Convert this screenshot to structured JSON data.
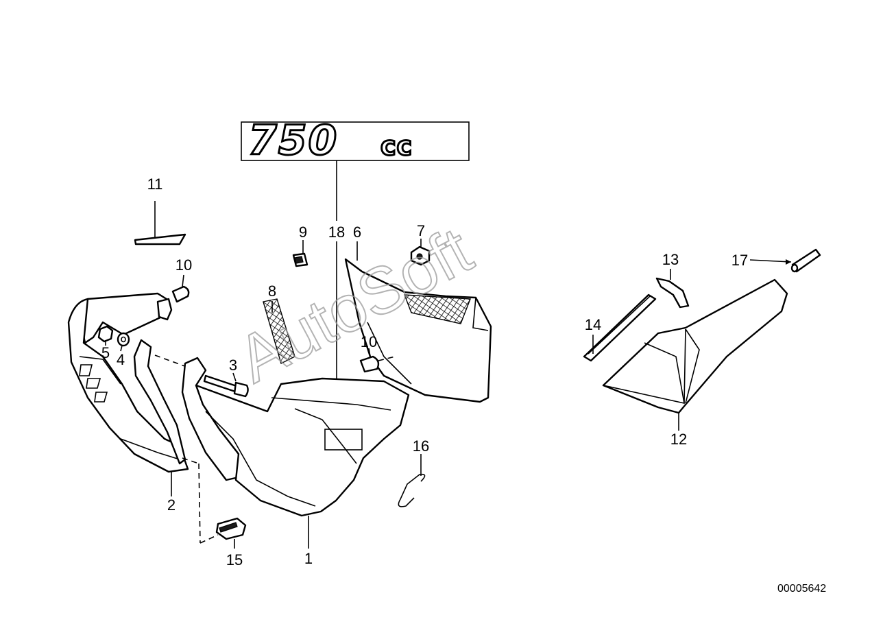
{
  "diagram": {
    "reference_number": "00005642",
    "watermark": "AutoSoft",
    "emblem_text": {
      "numeral": "750",
      "unit": "cc"
    },
    "callouts": [
      {
        "id": "1",
        "label": "1"
      },
      {
        "id": "2",
        "label": "2"
      },
      {
        "id": "3",
        "label": "3"
      },
      {
        "id": "4",
        "label": "4"
      },
      {
        "id": "5",
        "label": "5"
      },
      {
        "id": "6",
        "label": "6"
      },
      {
        "id": "7",
        "label": "7"
      },
      {
        "id": "8",
        "label": "8"
      },
      {
        "id": "9",
        "label": "9"
      },
      {
        "id": "10a",
        "label": "10"
      },
      {
        "id": "10b",
        "label": "10"
      },
      {
        "id": "11",
        "label": "11"
      },
      {
        "id": "12",
        "label": "12"
      },
      {
        "id": "13",
        "label": "13"
      },
      {
        "id": "14",
        "label": "14"
      },
      {
        "id": "15",
        "label": "15"
      },
      {
        "id": "16",
        "label": "16"
      },
      {
        "id": "17",
        "label": "17"
      },
      {
        "id": "18",
        "label": "18"
      }
    ]
  }
}
